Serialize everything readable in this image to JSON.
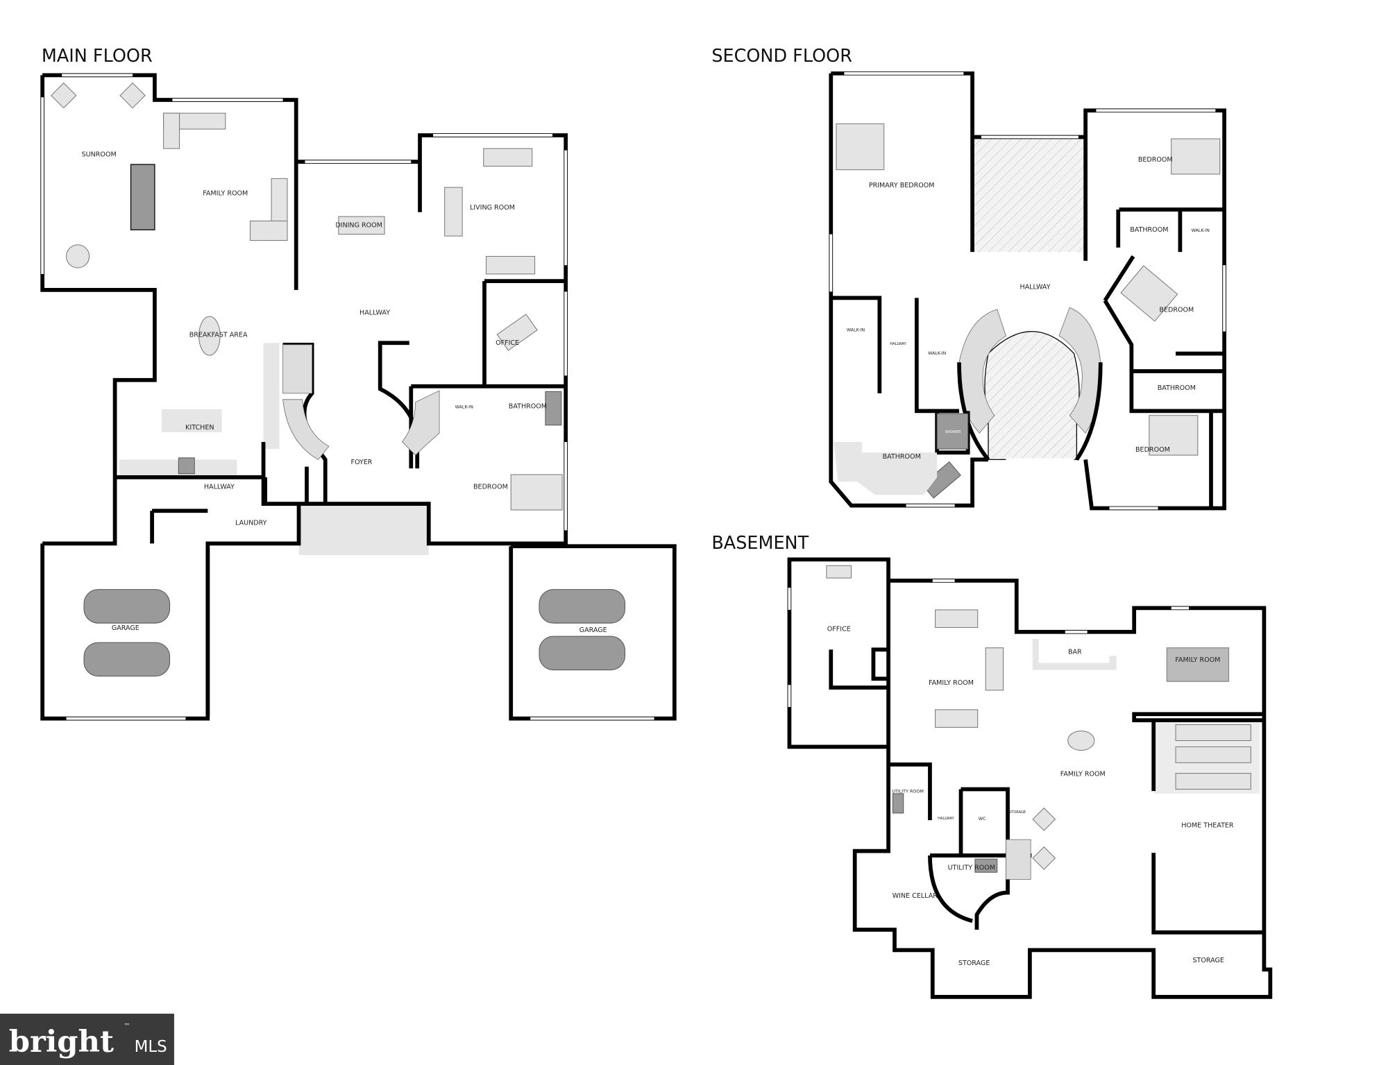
{
  "floors": {
    "main": {
      "title": "MAIN FLOOR",
      "rooms": {
        "sunroom": "SUNROOM",
        "family_room": "FAMILY ROOM",
        "dining_room": "DINING ROOM",
        "living_room": "LIVING ROOM",
        "hallway": "HALLWAY",
        "office": "OFFICE",
        "breakfast_area": "BREAKFAST AREA",
        "kitchen": "KITCHEN",
        "walk_in": "WALK-IN",
        "bathroom": "BATHROOM",
        "foyer": "FOYER",
        "bedroom": "BEDROOM",
        "hallway2": "HALLWAY",
        "laundry": "LAUNDRY",
        "garage_left": "GARAGE",
        "garage_right": "GARAGE"
      }
    },
    "second": {
      "title": "SECOND FLOOR",
      "rooms": {
        "primary_bedroom": "PRIMARY BEDROOM",
        "bedroom_ne": "BEDROOM",
        "bathroom_ne": "BATHROOM",
        "walk_in_ne": "WALK-IN",
        "hallway": "HALLWAY",
        "bedroom_e": "BEDROOM",
        "walk_in_w": "WALK-IN",
        "hallway_small": "HALLWAY",
        "walk_in_c": "WALK-IN",
        "bathroom_e": "BATHROOM",
        "shower": "SHOWER",
        "bathroom_sw": "BATHROOM",
        "bedroom_se": "BEDROOM"
      }
    },
    "basement": {
      "title": "BASEMENT",
      "rooms": {
        "office": "OFFICE",
        "bar": "BAR",
        "family_room_pool": "FAMILY ROOM",
        "family_room_w": "FAMILY ROOM",
        "family_room_c": "FAMILY ROOM",
        "utility_room_1": "UTILITY ROOM",
        "hallway": "HALLWAY",
        "wc": "WC",
        "storage_small": "STORAGE",
        "home_theater": "HOME THEATER",
        "utility_room_2": "UTILITY ROOM",
        "wine_cellar": "WINE CELLAR",
        "storage_s": "STORAGE",
        "storage_se": "STORAGE"
      }
    }
  },
  "logo": {
    "brand": "bright",
    "suffix": "MLS",
    "tm": "™",
    "bg_color": "#3a3a3a"
  },
  "colors": {
    "wall": "#000000",
    "furniture": "#e4e4e4",
    "fixture_dark": "#9a9a9a"
  }
}
